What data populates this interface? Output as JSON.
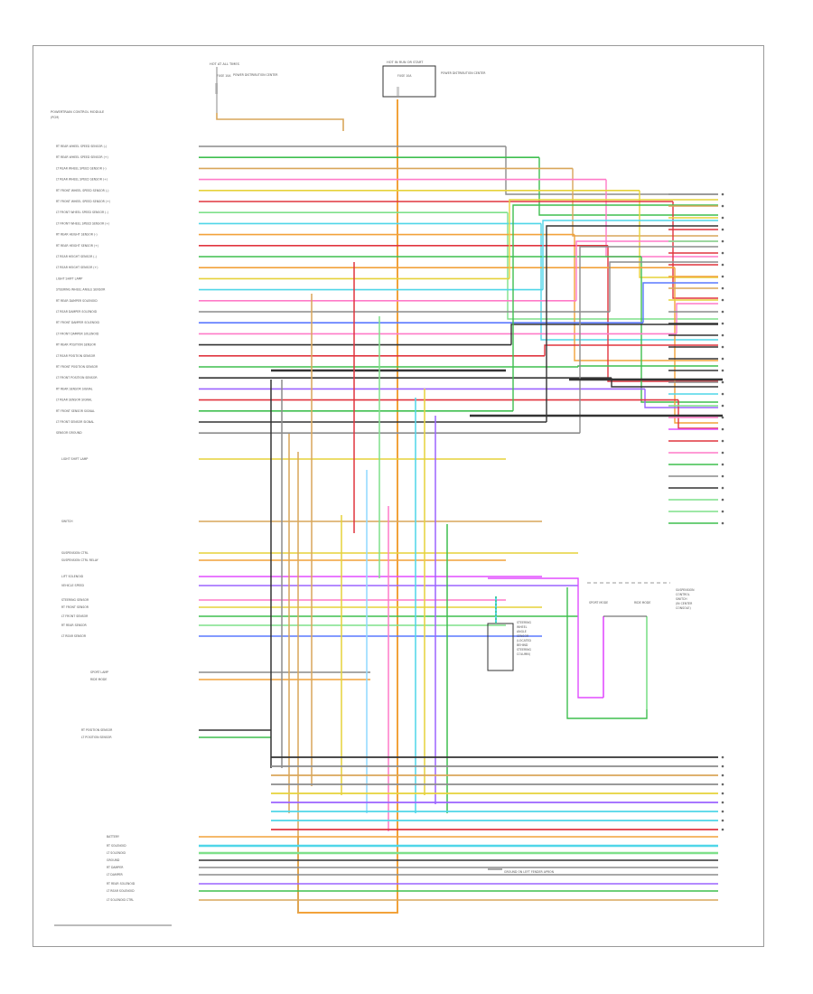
{
  "diagram": {
    "footer_code": "",
    "top_fuse_left": {
      "title": "HOT AT ALL TIMES",
      "fuse": "FUSE 10A",
      "caption": "POWER DISTRIBUTION CENTER"
    },
    "top_fuse_right": {
      "title": "HOT IN RUN OR START",
      "fuse": "FUSE 10A",
      "caption": "POWER DISTRIBUTION CENTER"
    },
    "module_title": "POWERTRAIN CONTROL MODULE",
    "module_sub": "(PCM)",
    "left_labels_top": [
      "RT REAR WHEEL SPEED SENSOR (-)",
      "RT REAR WHEEL SPEED SENSOR (+)",
      "LT REAR WHEEL SPEED SENSOR (-)",
      "LT REAR WHEEL SPEED SENSOR (+)",
      "RT FRONT WHEEL SPEED SENSOR (-)",
      "RT FRONT WHEEL SPEED SENSOR (+)",
      "LT FRONT WHEEL SPEED SENSOR (-)",
      "LT FRONT WHEEL SPEED SENSOR (+)",
      "RT REAR HEIGHT SENSOR (-)",
      "RT REAR HEIGHT SENSOR (+)",
      "LT REAR HEIGHT SENSOR (-)",
      "LT REAR HEIGHT SENSOR (+)",
      "LIGHT SHIFT LAMP",
      "STEERING WHEEL ANGLE SENSOR",
      "RT REAR DAMPER SOLENOID",
      "LT REAR DAMPER SOLENOID",
      "RT FRONT DAMPER SOLENOID",
      "LT FRONT DAMPER SOLENOID",
      "RT REAR POSITION SENSOR",
      "LT REAR POSITION SENSOR",
      "RT FRONT POSITION SENSOR",
      "LT FRONT POSITION SENSOR",
      "RT REAR SENSOR SIGNAL",
      "LT REAR SENSOR SIGNAL",
      "RT FRONT SENSOR SIGNAL",
      "LT FRONT SENSOR SIGNAL",
      "SENSOR GROUND"
    ],
    "left_labels_mid": [
      "LIGHT SHIFT LAMP",
      "SWITCH",
      "SUSPENSION CTRL",
      "SUSPENSION CTRL RELAY",
      "LIFT SOLENOID",
      "VEHICLE SPEED",
      "STEERING SENSOR",
      "RT FRONT SENSOR",
      "LT FRONT SENSOR",
      "RT REAR SENSOR",
      "LT REAR SENSOR"
    ],
    "left_labels_lower": [
      "SPORT LAMP",
      "RIDE MODE"
    ],
    "left_labels_lower2": [
      "RT POSITION SENSOR",
      "LT POSITION SENSOR"
    ],
    "left_labels_bottom": [
      "BATTERY",
      "RT SOLENOID",
      "LT SOLENOID",
      "GROUND",
      "RT DAMPER",
      "LT DAMPER",
      "RT REAR SOLENOID",
      "LT REAR SOLENOID",
      "LT SOLENOID CTRL"
    ],
    "sensor_box": {
      "title": "STEERING WHEEL ANGLE SENSOR",
      "lines": [
        "STEERING",
        "WHEEL",
        "ANGLE",
        "SENSOR",
        "(LOCATED",
        "BEHIND",
        "STEERING",
        "COLUMN)"
      ]
    },
    "switch_box": {
      "lines": [
        "SUSPENSION",
        "CONTROL",
        "SWITCH",
        "(IN CENTER",
        "CONSOLE)"
      ],
      "sub_left": "SPORT MODE",
      "sub_right": "RIDE MODE"
    },
    "ground_note": "GROUND ON LEFT FENDER APRON",
    "colors": {
      "orange": "#f2a23a",
      "green": "#3fbf4f",
      "red": "#e0353f",
      "pink": "#ff7ac8",
      "magenta": "#e24dff",
      "yellow": "#e6d23a",
      "cyan": "#4fd6e8",
      "blue": "#5a78ff",
      "violet": "#9b63ff",
      "black": "#333333",
      "gray": "#8c8c8c",
      "tan": "#d9a65a",
      "light_green": "#7ee08a",
      "light_blue": "#8fd8ff",
      "brown": "#9a5b2b"
    }
  }
}
